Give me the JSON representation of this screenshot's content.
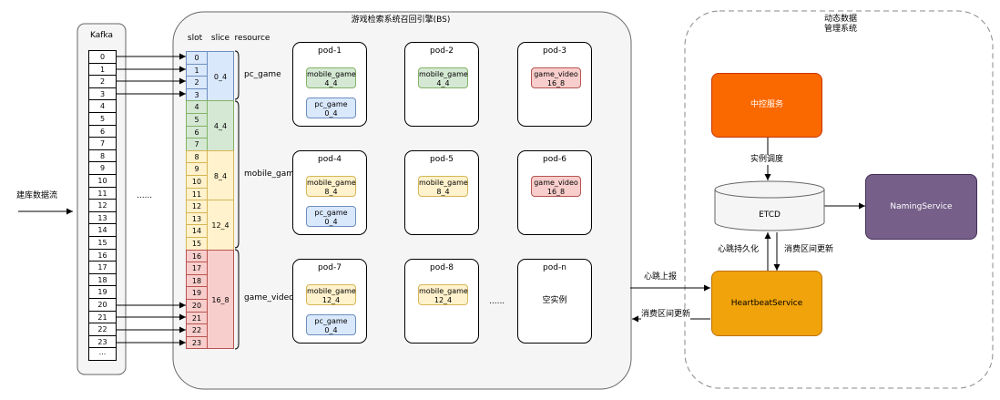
{
  "kafka": {
    "title": "Kafka",
    "rows": [
      "0",
      "1",
      "2",
      "3",
      "4",
      "5",
      "6",
      "7",
      "8",
      "9",
      "10",
      "11",
      "12",
      "13",
      "14",
      "15",
      "16",
      "17",
      "18",
      "19",
      "20",
      "21",
      "22",
      "23"
    ],
    "ellipsis": "..."
  },
  "left_label": "建库数据流",
  "flow_ellipsis": "......",
  "engine": {
    "title": "游戏检索系统召回引擎(BS)",
    "headers": [
      "slot",
      "slice",
      "resource"
    ],
    "slots": [
      "0",
      "1",
      "2",
      "3",
      "4",
      "5",
      "6",
      "7",
      "8",
      "9",
      "10",
      "11",
      "12",
      "13",
      "14",
      "15",
      "16",
      "17",
      "18",
      "19",
      "20",
      "21",
      "22",
      "23"
    ],
    "slices": [
      "0_4",
      "4_4",
      "8_4",
      "12_4",
      "16_8"
    ],
    "resources": [
      "pc_game",
      "mobile_game",
      "game_video"
    ],
    "pods": [
      {
        "title": "pod-1",
        "tags": [
          {
            "l1": "mobile_game",
            "l2": "4_4",
            "c": "green"
          },
          {
            "l1": "pc_game",
            "l2": "0_4",
            "c": "blue"
          }
        ]
      },
      {
        "title": "pod-2",
        "tags": [
          {
            "l1": "mobile_game",
            "l2": "4_4",
            "c": "green"
          }
        ]
      },
      {
        "title": "pod-3",
        "tags": [
          {
            "l1": "game_video",
            "l2": "16_8",
            "c": "red"
          }
        ]
      },
      {
        "title": "pod-4",
        "tags": [
          {
            "l1": "mobile_game",
            "l2": "8_4",
            "c": "yellow"
          },
          {
            "l1": "pc_game",
            "l2": "0_4",
            "c": "blue"
          }
        ]
      },
      {
        "title": "pod-5",
        "tags": [
          {
            "l1": "mobile_game",
            "l2": "8_4",
            "c": "yellow"
          }
        ]
      },
      {
        "title": "pod-6",
        "tags": [
          {
            "l1": "game_video",
            "l2": "16_8",
            "c": "red"
          }
        ]
      },
      {
        "title": "pod-7",
        "tags": [
          {
            "l1": "mobile_game",
            "l2": "12_4",
            "c": "yellow"
          },
          {
            "l1": "pc_game",
            "l2": "0_4",
            "c": "blue"
          }
        ]
      },
      {
        "title": "pod-8",
        "tags": [
          {
            "l1": "mobile_game",
            "l2": "12_4",
            "c": "yellow"
          }
        ]
      },
      {
        "title": "pod-n",
        "tags": []
      }
    ],
    "pod_ellipsis": "......",
    "empty_label": "空实例"
  },
  "dynamic": {
    "title_line1": "动态数据",
    "title_line2": "管理系统",
    "control": "中控服务",
    "schedule": "实例调度",
    "etcd": "ETCD",
    "naming": "NamingService",
    "heartbeat_persist": "心跳持久化",
    "consume_update_v": "消费区间更新",
    "heartbeat_service": "HeartbeatService"
  },
  "arrows": {
    "report": "心跳上报",
    "consume_update": "消费区间更新"
  },
  "colors": {
    "blue_fill": "#dae8fc",
    "blue_stroke": "#6c8ebf",
    "green_fill": "#d5e8d4",
    "green_stroke": "#82b366",
    "yellow_fill": "#fff2cc",
    "yellow_stroke": "#d6b656",
    "red_fill": "#f8cecc",
    "red_stroke": "#b85450",
    "orange": "#fa6800",
    "amber": "#f0a30a",
    "purple": "#76608a"
  }
}
